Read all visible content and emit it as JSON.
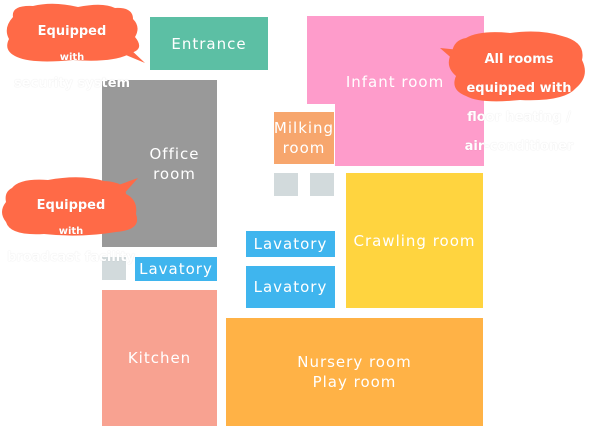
{
  "colors": {
    "entrance": "#5cbfa4",
    "infant": "#fe9ccb",
    "office": "#999999",
    "milking": "#f7a66d",
    "crawling": "#ffd43f",
    "lavatory": "#3fb5ee",
    "kitchen": "#f8a291",
    "nursery": "#ffb246",
    "small_square": "#d2dadc",
    "bubble": "#ff6a47"
  },
  "rooms": {
    "entrance": "Entrance",
    "infant": "Infant room",
    "office": "Office room",
    "milking": "Milking\nroom",
    "crawling": "Crawling room",
    "lavatory_left": "Lavatory",
    "lavatory_mid_top": "Lavatory",
    "lavatory_mid_bottom": "Lavatory",
    "kitchen": "Kitchen",
    "nursery": "Nursery room\nPlay room"
  },
  "bubbles": {
    "security": {
      "line1": "Equipped",
      "with": "with",
      "line2": "security system"
    },
    "heating": {
      "line1": "All rooms",
      "line2": "equipped with",
      "line3": "floor heating /",
      "line4": "air-conditioner"
    },
    "broadcast": {
      "line1": "Equipped",
      "with": "with",
      "line2": "broadcast facility"
    }
  }
}
